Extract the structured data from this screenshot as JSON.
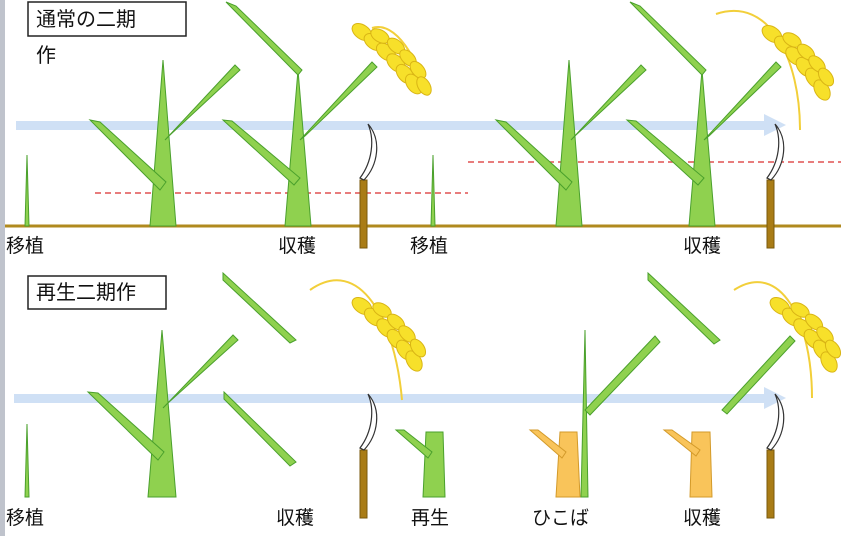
{
  "panels": {
    "top": {
      "title_line1": "通常の二期",
      "title_line2": "作",
      "labels": {
        "transplant_1": "移植",
        "harvest_1": "収穫",
        "transplant_2": "移植",
        "harvest_2": "収穫"
      }
    },
    "bottom": {
      "title": "再生二期作",
      "labels": {
        "transplant": "移植",
        "harvest_1": "収穫",
        "regrowth": "再生",
        "ratoon": "ひこば",
        "harvest_2": "収穫"
      }
    }
  },
  "colors": {
    "leaf_green": "#8fd14f",
    "leaf_dark_green": "#4aa02c",
    "ratoon_orange": "#f9c45a",
    "grain_yellow": "#f7e02a",
    "time_arrow": "#cfe0f5",
    "ground": "#b08a1e",
    "sickle_handle": "#a97c16",
    "dashed_line": "#e05050"
  }
}
